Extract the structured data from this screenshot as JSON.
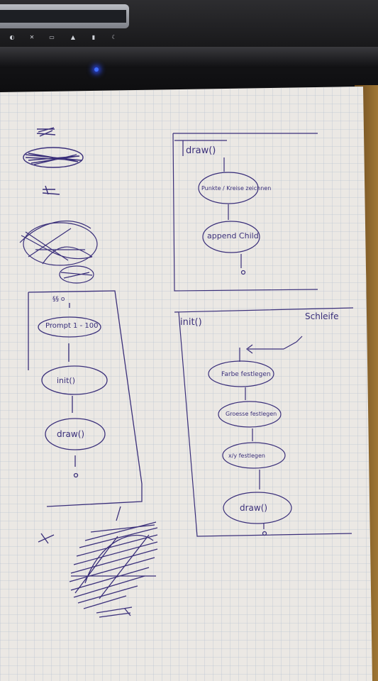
{
  "laptop": {
    "function_keys": [
      "brightness-down-icon",
      "fan-icon",
      "battery-icon",
      "keyboard-backlight-icon",
      "screen-icon",
      "moon-icon"
    ]
  },
  "sketch": {
    "colors": {
      "paper": "#edeae6",
      "grid": "#b9c3cf",
      "ink": "#3a2f7a"
    },
    "draw_box": {
      "title": "draw()",
      "nodes": [
        "Punkte / Kreise zeichnen",
        "append Child"
      ]
    },
    "init_box": {
      "title": "init()",
      "loop_label": "Schleife",
      "nodes": [
        "Farbe festlegen",
        "Groesse festlegen",
        "x/y festlegen",
        "draw()"
      ]
    },
    "main_box": {
      "nodes": [
        "Prompt 1 - 100",
        "init()",
        "draw()"
      ]
    }
  }
}
